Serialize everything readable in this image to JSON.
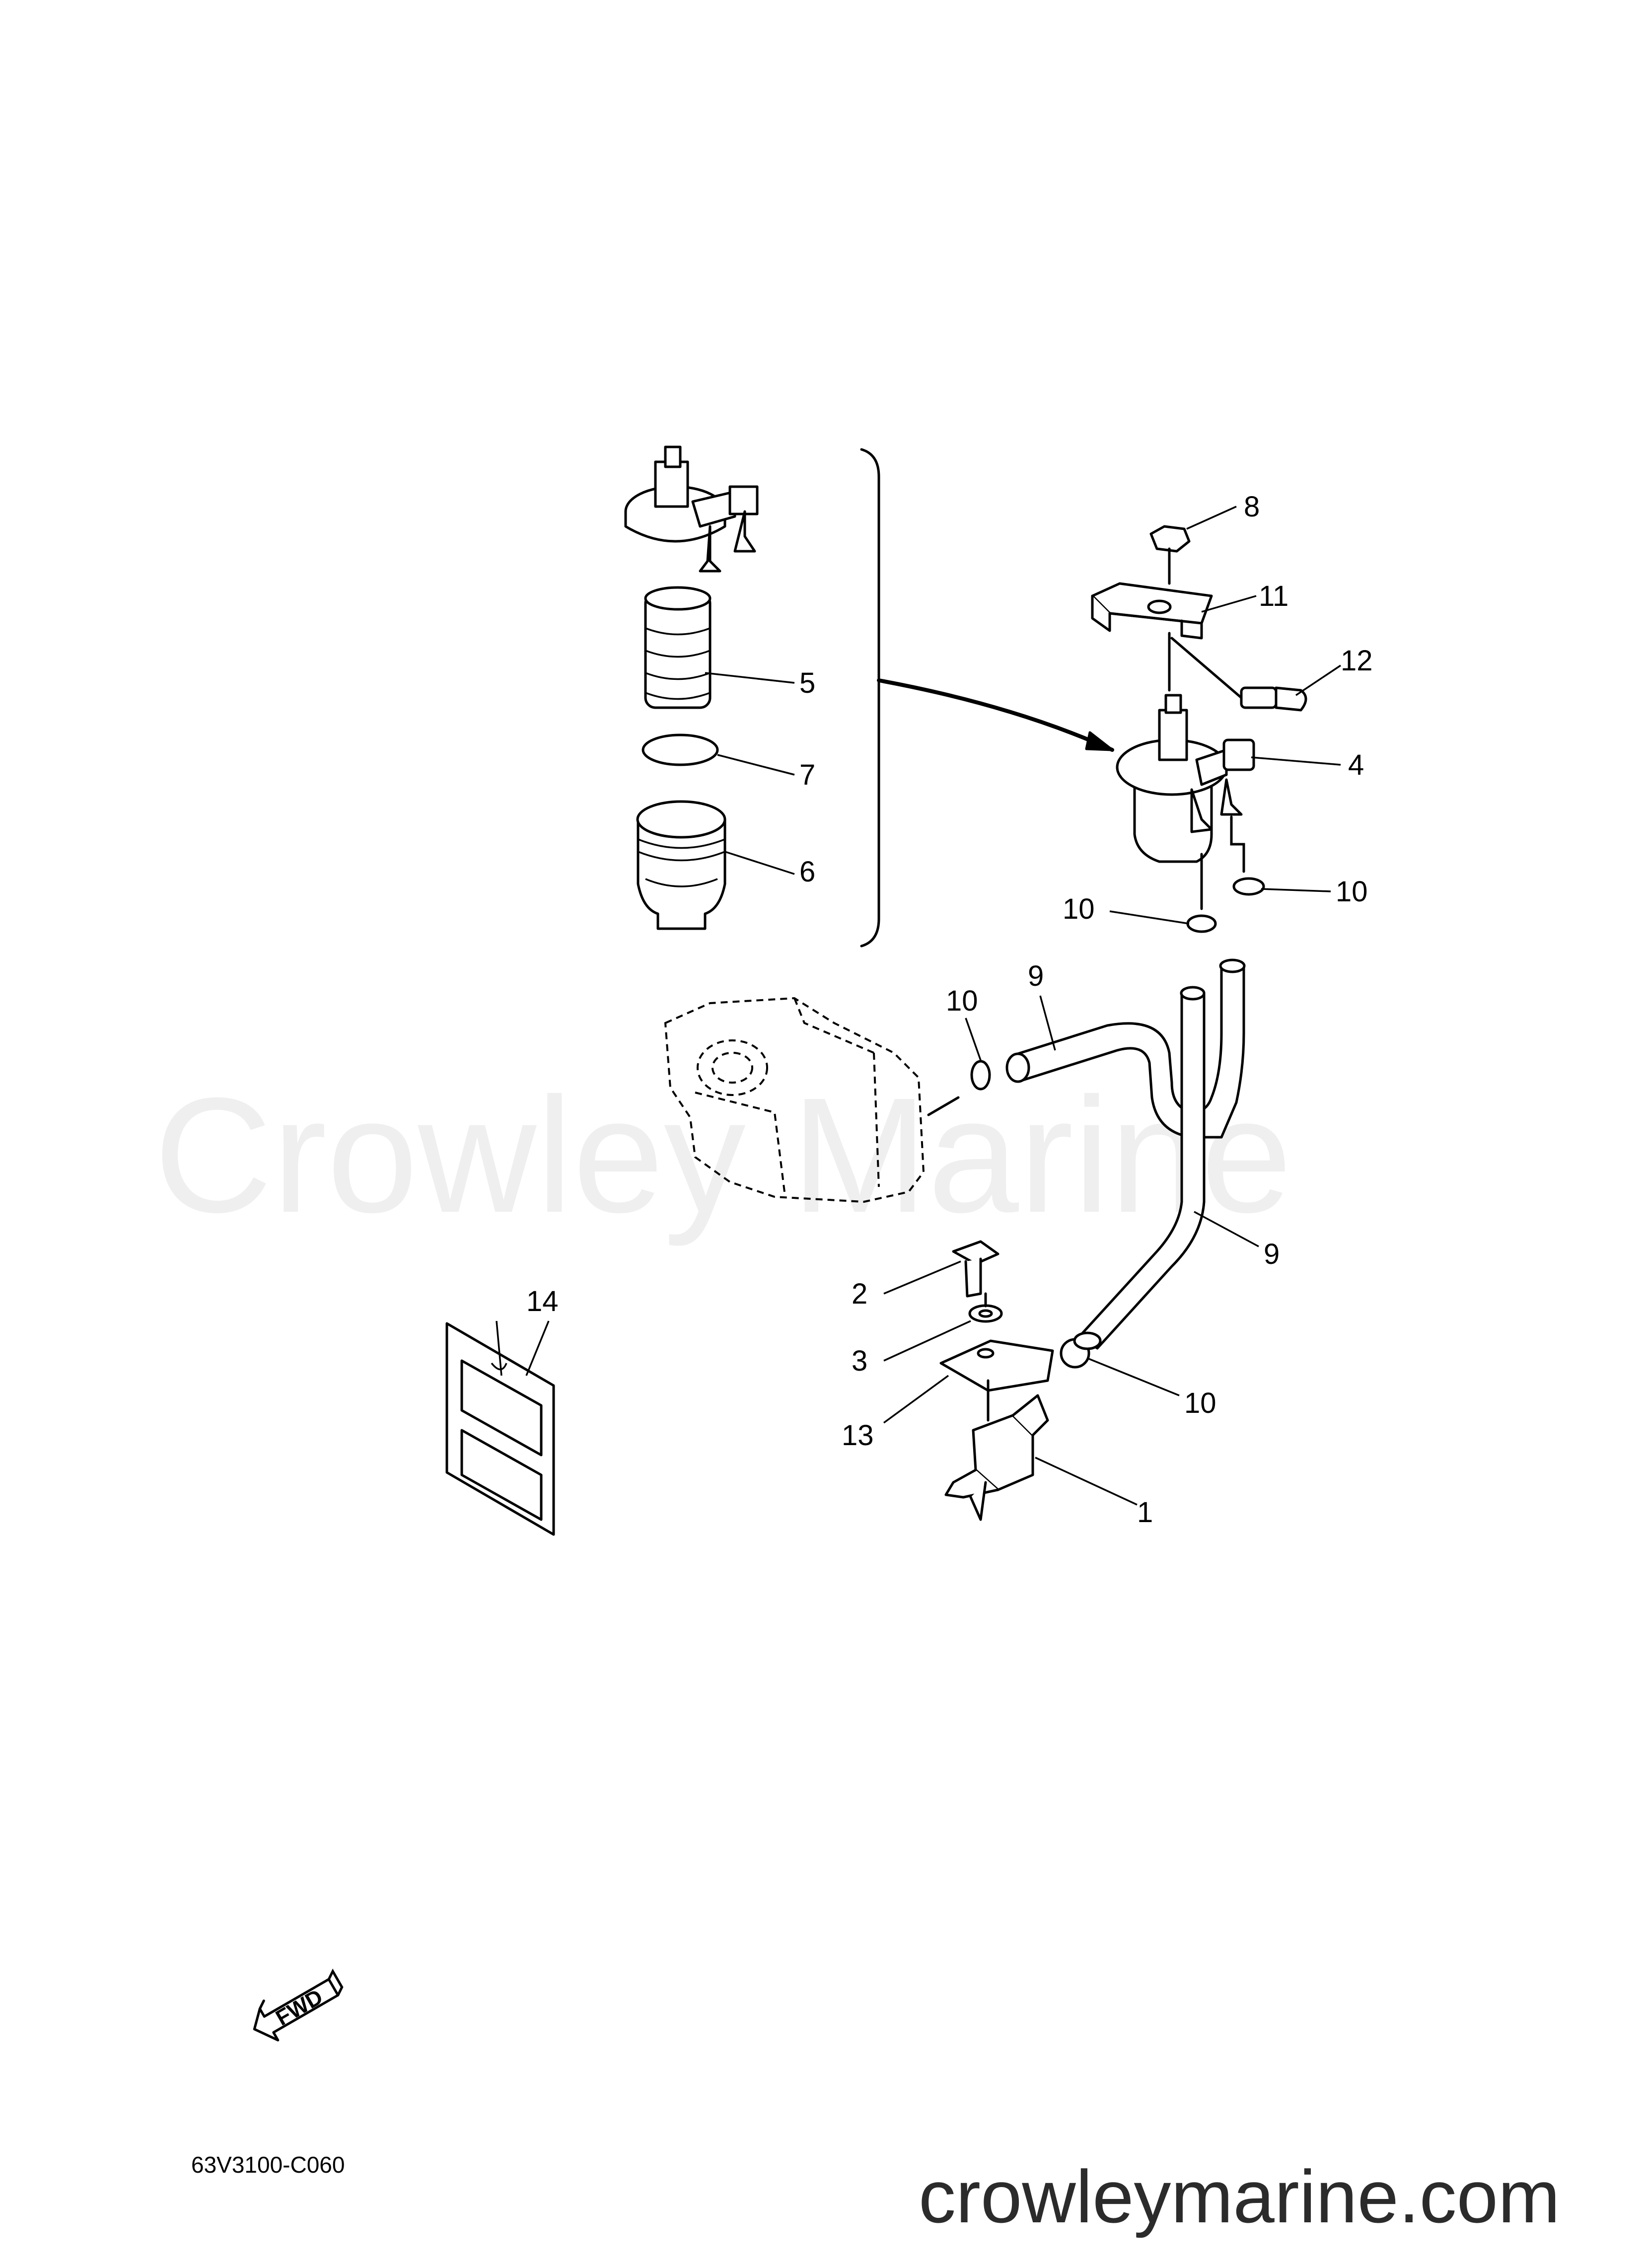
{
  "watermark": "Crowley Marine",
  "footer_url": "crowleymarine.com",
  "drawing_code": "63V3100-C060",
  "fwd_label": "FWD",
  "callouts": {
    "c1": "1",
    "c2": "2",
    "c3": "3",
    "c4": "4",
    "c5": "5",
    "c6": "6",
    "c7": "7",
    "c8": "8",
    "c9a": "9",
    "c9b": "9",
    "c10a": "10",
    "c10b": "10",
    "c10c": "10",
    "c10d": "10",
    "c11": "11",
    "c12": "12",
    "c13": "13",
    "c14": "14"
  },
  "colors": {
    "line": "#000000",
    "watermark": "#efefef",
    "footer": "#2b2b2b",
    "background": "#ffffff"
  }
}
